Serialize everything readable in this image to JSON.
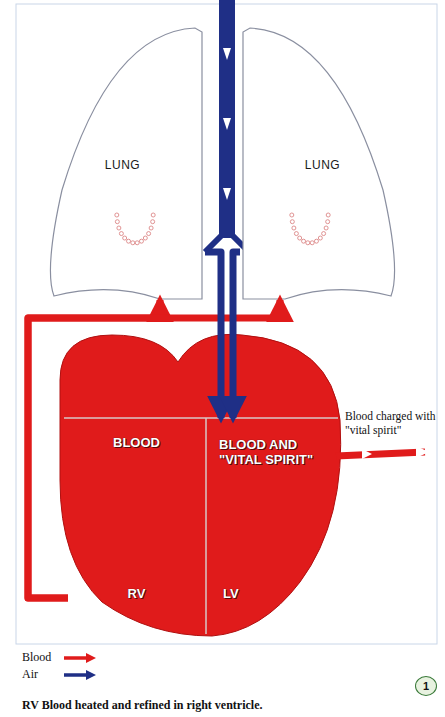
{
  "diagram": {
    "caption": "RV Blood heated and refined in right ventricle.",
    "nodes": [
      {
        "text": [
          "LUNG"
        ]
      },
      {
        "text": [
          "LUNG"
        ]
      },
      {
        "text": [
          "BLOOD",
          "RV"
        ]
      },
      {
        "text": [
          "BLOOD AND \"VITAL SPIRIT\"",
          "LV"
        ]
      }
    ],
    "edges": [
      {
        "from": 2,
        "to": 0,
        "arrow": "to"
      },
      {
        "from": 2,
        "to": 1,
        "arrow": "to"
      },
      {
        "from": 0,
        "to": 3,
        "arrow": "to"
      },
      {
        "from": 1,
        "to": 3,
        "arrow": "to"
      }
    ],
    "labels": [
      "Blood charged with \"vital spirit\"",
      "1"
    ],
    "legend": [
      {
        "text": "Blood"
      },
      {
        "text": "Air"
      }
    ]
  }
}
